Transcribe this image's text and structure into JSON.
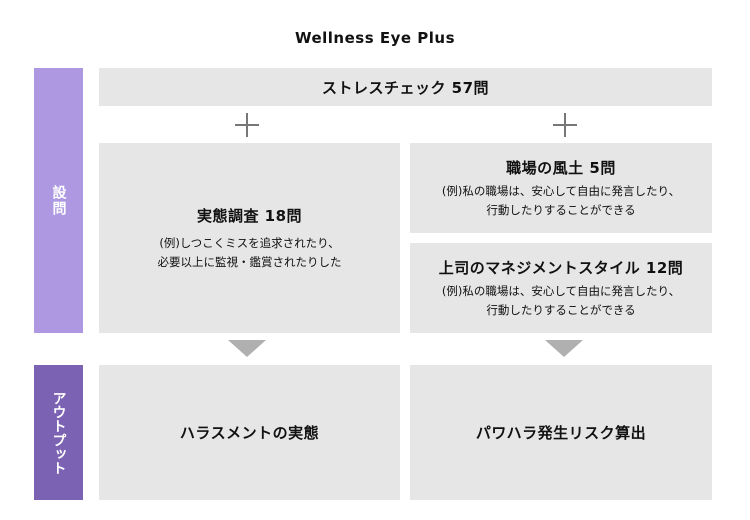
{
  "title": "Wellness Eye Plus",
  "sidebar": {
    "questions": "設問",
    "output": "アウトプット"
  },
  "stress_check": "ストレスチェック 57問",
  "survey": {
    "title": "実態調査 18問",
    "example": "(例)しつこくミスを追求されたり、\n必要以上に監視・鑑賞されたりした"
  },
  "culture": {
    "title": "職場の風土 5問",
    "example": "(例)私の職場は、安心して自由に発言したり、\n行動したりすることができる"
  },
  "management": {
    "title": "上司のマネジメントスタイル 12問",
    "example": "(例)私の職場は、安心して自由に発言したり、\n行動したりすることができる"
  },
  "outputs": [
    "ハラスメントの実態",
    "パワハラ発生リスク算出"
  ],
  "colors": {
    "side_top": "#ad98e1",
    "side_bottom": "#7c62b3",
    "box": "#e6e6e6"
  }
}
